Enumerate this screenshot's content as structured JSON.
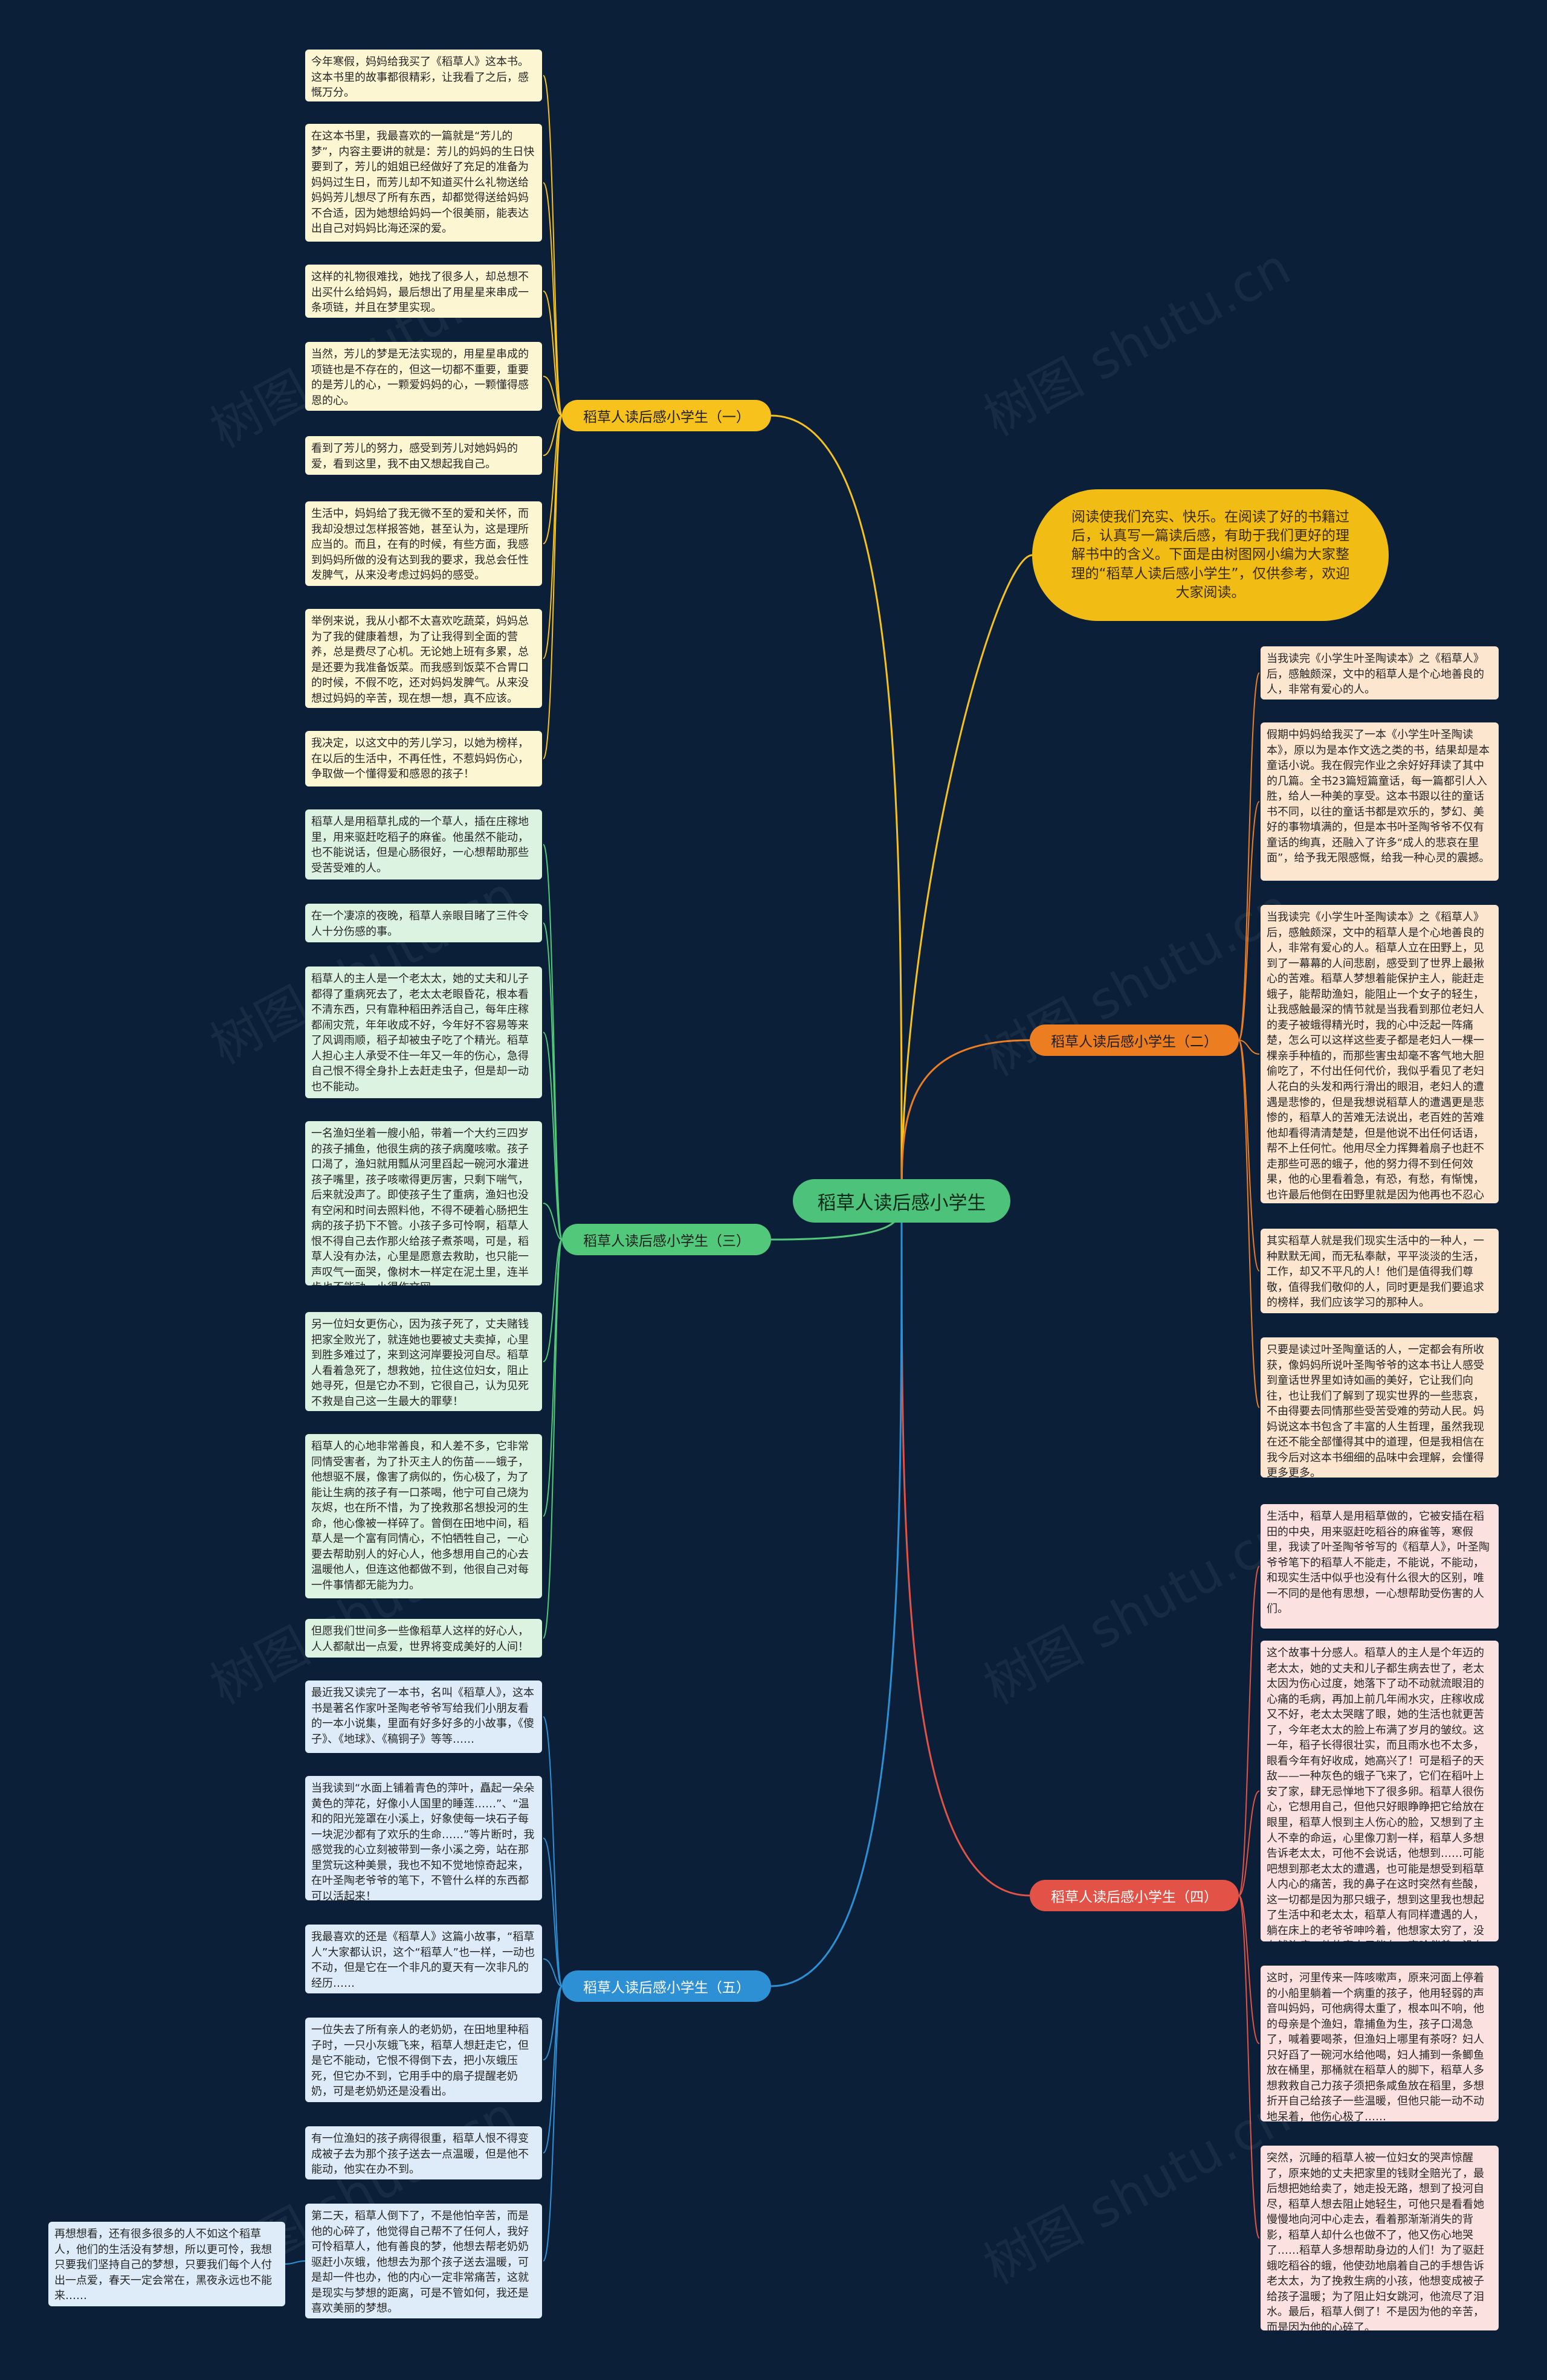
{
  "central": "稻草人读后感小学生",
  "intro": "阅读使我们充实、快乐。在阅读了好的书籍过后，认真写一篇读后感，有助于我们更好的理解书中的含义。下面是由树图网小编为大家整理的“稻草人读后感小学生”，仅供参考，欢迎大家阅读。",
  "watermark": "树图 shutu.cn",
  "colors": {
    "background": "#0b2038",
    "branch1": "#f7c21b",
    "branch2": "#ec7d21",
    "branch3": "#52c97a",
    "branch4": "#e35246",
    "branch5": "#2d8fd4"
  },
  "branches": [
    {
      "id": "b1",
      "title": "稻草人读后感小学生（一）",
      "nodes": [
        "今年寒假，妈妈给我买了《稻草人》这本书。这本书里的故事都很精彩，让我看了之后，感慨万分。",
        "在这本书里，我最喜欢的一篇就是“芳儿的梦”，内容主要讲的就是：芳儿的妈妈的生日快要到了，芳儿的姐姐已经做好了充足的准备为妈妈过生日，而芳儿却不知道买什么礼物送给妈妈芳儿想尽了所有东西，却都觉得送给妈妈不合适，因为她想给妈妈一个很美丽，能表达出自己对妈妈比海还深的爱。",
        "这样的礼物很难找，她找了很多人，却总想不出买什么给妈妈，最后想出了用星星来串成一条项链，并且在梦里实现。",
        "当然，芳儿的梦是无法实现的，用星星串成的项链也是不存在的，但这一切都不重要，重要的是芳儿的心，一颗爱妈妈的心，一颗懂得感恩的心。",
        "看到了芳儿的努力，感受到芳儿对她妈妈的爱，看到这里，我不由又想起我自己。",
        "生活中，妈妈给了我无微不至的爱和关怀，而我却没想过怎样报答她，甚至认为，这是理所应当的。而且，在有的时候，有些方面，我感到妈妈所做的没有达到我的要求，我总会任性发脾气，从来没考虑过妈妈的感受。",
        "举例来说，我从小都不太喜欢吃蔬菜，妈妈总为了我的健康着想，为了让我得到全面的营养，总是费尽了心机。无论她上班有多累，总是还要为我准备饭菜。而我感到饭菜不合胃口的时候，不假不吃，还对妈妈发脾气。从来没想过妈妈的辛苦，现在想一想，真不应该。",
        "我决定，以这文中的芳儿学习，以她为榜样，在以后的生活中，不再任性，不惹妈妈伤心，争取做一个懂得爱和感恩的孩子！"
      ]
    },
    {
      "id": "b2",
      "title": "稻草人读后感小学生（二）",
      "nodes": [
        "当我读完《小学生叶圣陶读本》之《稻草人》后，感触颇深，文中的稻草人是个心地善良的人，非常有爱心的人。",
        "假期中妈妈给我买了一本《小学生叶圣陶读本》，原以为是本作文选之类的书，结果却是本童话小说。我在假完作业之余好好拜读了其中的几篇。全书23篇短篇童话，每一篇都引人入胜，给人一种美的享受。这本书跟以往的童话书不同，以往的童话书都是欢乐的，梦幻、美好的事物填满的，但是本书叶圣陶爷爷不仅有童话的绚真，还融入了许多“成人的悲哀在里面”，给予我无限感慨，给我一种心灵的震撼。",
        "当我读完《小学生叶圣陶读本》之《稻草人》后，感触颇深，文中的稻草人是个心地善良的人，非常有爱心的人。稻草人立在田野上，见到了一幕幕的人间悲剧，感受到了世界上最揪心的苦难。稻草人梦想着能保护主人，能赶走蛾子，能帮助渔妇，能阻止一个女子的轻生，让我感触最深的情节就是当我看到那位老妇人的麦子被蛾得精光时，我的心中泛起一阵痛楚，怎么可以这样这些麦子都是老妇人一棵一棵亲手种植的，而那些害虫却毫不客气地大胆偷吃了，不付出任何代价，我似乎看见了老妇人花白的头发和两行滑出的眼泪，老妇人的遭遇是悲惨的，但是我想说稻草人的遭遇更是悲惨的，稻草人的苦难无法说出，老百姓的苦难他却看得清清楚楚，但是他说不出任何话语，帮不上任何忙。他用尽全力挥舞着扇子也赶不走那些可恶的蛾子，他的努力得不到任何效果，他的心里看着急，有恐，有愁，有惭愧，也许最后他倒在田野里就是因为他再也不忍心看到人们走受苦了。",
        "其实稻草人就是我们现实生活中的一种人，一种默默无闻，而无私奉献，平平淡淡的生活，工作，却又不平凡的人！他们是值得我们尊敬，值得我们敬仰的人，同时更是我们要追求的榜样，我们应该学习的那种人。",
        "只要是读过叶圣陶童话的人，一定都会有所收获，像妈妈所说叶圣陶爷爷的这本书让人感受到童话世界里如诗如画的美好，它让我们向往，也让我们了解到了现实世界的一些悲哀，不由得要去同情那些受苦受难的劳动人民。妈妈说这本书包含了丰富的人生哲理，虽然我现在还不能全部懂得其中的道理，但是我相信在我今后对这本书细细的品味中会理解，会懂得更多更多。"
      ]
    },
    {
      "id": "b3",
      "title": "稻草人读后感小学生（三）",
      "nodes": [
        "稻草人是用稻草扎成的一个草人，插在庄稼地里，用来驱赶吃稻子的麻雀。他虽然不能动，也不能说话，但是心肠很好，一心想帮助那些受苦受难的人。",
        "在一个凄凉的夜晚，稻草人亲眼目睹了三件令人十分伤感的事。",
        "稻草人的主人是一个老太太，她的丈夫和儿子都得了重病死去了，老太太老眼昏花，根本看不清东西，只有靠种稻田养活自己，每年庄稼都闹灾荒，年年收成不好，今年好不容易等来了风调雨顺，稻子却被虫子吃了个精光。稻草人担心主人承受不住一年又一年的伤心，急得自己恨不得全身扑上去赶走虫子，但是却一动也不能动。",
        "一名渔妇坐着一艘小船，带着一个大约三四岁的孩子捕鱼，他很生病的孩子病魔咳嗽。孩子口渴了，渔妇就用瓢从河里舀起一碗河水灌进孩子嘴里，孩子咳嗽得更厉害，只剩下喘气，后来就没声了。即使孩子生了重病，渔妇也没有空闲和时间去照料他，不得不硬着心肠把生病的孩子扔下不管。小孩子多可怜啊，稻草人恨不得自己去作那火给孩子煮茶喝，可是，稻草人没有办法，心里是愿意去救助，也只能一声叹气一面哭，像树木一样定在泥土里，连半步也不能动，小得作文网",
        "另一位妇女更伤心，因为孩子死了，丈夫赌钱把家全败光了，就连她也要被丈夫卖掉，心里到胜多难过了，来到这河岸要投河自尽。稻草人看着急死了，想救她，拉住这位妇女，阻止她寻死，但是它办不到，它很自己，认为见死不救是自己这一生最大的罪孽！",
        "稻草人的心地非常善良，和人差不多，它非常同情受害者，为了扑灭主人的伤苗——蛾子，他想驱不展，像害了病似的，伤心极了，为了能让生病的孩子有一口茶喝，他宁可自己烧为灰烬，也在所不惜，为了挽救那名想投河的生命，他心像被一样碎了。曾倒在田地中间，稻草人是一个富有同情心，不怕牺牲自己，一心要去帮助别人的好心人，他多想用自己的心去温暖他人，但连这他都做不到，他很自己对每一件事情都无能为力。",
        "但愿我们世间多一些像稻草人这样的好心人，人人都献出一点爱，世界将变成美好的人间！"
      ]
    },
    {
      "id": "b4",
      "title": "稻草人读后感小学生（四）",
      "nodes": [
        "生活中，稻草人是用稻草做的，它被安插在稻田的中央，用来驱赶吃稻谷的麻雀等，寒假里，我读了叶圣陶爷爷写的《稻草人》，叶圣陶爷爷笔下的稻草人不能走，不能说，不能动，和现实生活中似乎也没有什么很大的区别，唯一不同的是他有思想，一心想帮助受伤害的人们。",
        "这个故事十分感人。稻草人的主人是个年迈的老太太，她的丈夫和儿子都生病去世了，老太太因为伤心过度，她落下了动不动就流眼泪的心痛的毛病，再加上前几年闹水灾，庄稼收成又不好，老太太哭瞎了眼，她的生活也就更苦了，今年老太太的脸上布满了岁月的皱纹。这一年，稻子长得很壮实，而且雨水也不太多，眼看今年有好收成，她高兴了！可是稻子的天敌——一种灰色的蛾子飞来了，它们在稻叶上安了家，肆无忌惮地下了很多卵。稻草人很伤心，它想用自己，但他只好眼睁睁把它给放在眼里，稻草人恨到主人伤心的脸，又想到了主人不幸的命运，心里像刀割一样，稻草人多想告诉老太太，可他不会说话，他想到……可能吧想到那老太太的遭遇，也可能是想受到稻草人内心的痛苦，我的鼻子在这时突然有些酸，这一切都是因为那只蛾子，想到这里我也想起了生活中和老太太，稻草人有同样遭遇的人，躺在床上的老爷爷呻吟着，他想家太穷了，没有钱治病，他的家人只能在一旁哈伴着，没有任何的办法……",
        "这时，河里传来一阵咳嗽声，原来河面上停着的小船里躺着一个病重的孩子，他用轻弱的声音叫妈妈，可他病得太重了，根本叫不响，他的母亲是个渔妇，靠捕鱼为生，孩子口渴急了，喊着要喝茶，但渔妇上哪里有茶呀？妇人只好舀了一碗河水给他喝，妇人捕到一条鲫鱼放在桶里，那桶就在稻草人的脚下，稻草人多想救救自己力孩子须把条咸鱼放在稻里，多想折开自己给孩子一些温暖，但他只能一动不动地呆着，他伤心极了……",
        "突然，沉睡的稻草人被一位妇女的哭声惊醒了，原来她的丈夫把家里的钱财全赔光了，最后想把她给卖了，她走投无路，想到了投河自尽，稻草人想去阻止她轻生，可他只是看看她慢慢地向河中心走去，看着那渐渐消失的背影，稻草人却什么也做不了，他又伤心地哭了……稻草人多想帮助身边的人们！为了驱赶蛾吃稻谷的蛾，他使劲地扇着自己的手想告诉老太太，为了挽救生病的小孩，他想变成被子给孩子温暖；为了阻止妇女跳河，他流尽了泪水。最后，稻草人倒了！不是因为他的辛苦，而是因为他的心碎了。"
      ]
    },
    {
      "id": "b5",
      "title": "稻草人读后感小学生（五）",
      "nodes": [
        "最近我又读完了一本书，名叫《稻草人》，这本书是著名作家叶圣陶老爷爷写给我们小朋友看的一本小说集，里面有好多好多的小故事，《傻子》、《地球》、《稿铜子》等等……",
        "当我读到“水面上铺着青色的萍叶，矗起一朵朵黄色的萍花，好像小人国里的睡莲……”、“温和的阳光笼罩在小溪上，好象使每一块石子每一块泥沙都有了欢乐的生命……”等片断时，我感觉我的心立刻被带到一条小溪之旁，站在那里赏玩这种美景，我也不知不觉地惊奇起来，在叶圣陶老爷爷的笔下，不管什么样的东西都可以活起来！",
        "我最喜欢的还是《稻草人》这篇小故事，“稻草人”大家都认识，这个“稻草人”也一样，一动也不动，但是它在一个非凡的夏天有一次非凡的经历……",
        "一位失去了所有亲人的老奶奶，在田地里种稻子时，一只小灰蛾飞来，稻草人想赶走它，但是它不能动，它恨不得倒下去，把小灰蛾压死，但它办不到，它用手中的扇子提醒老奶奶，可是老奶奶还是没看出。",
        "有一位渔妇的孩子病得很重，稻草人恨不得变成被子去为那个孩子送去一点温暖，但是他不能动，他实在办不到。",
        "第二天，稻草人倒下了，不是他怕辛苦，而是他的心碎了，他觉得自己帮不了任何人，我好可怜稻草人，他有善良的梦，他想去帮老奶奶驱赶小灰蛾，他想去为那个孩子送去温暖，可是却一件也办，他的内心一定非常痛苦，这就是现实与梦想的距离，可是不管如何，我还是喜欢美丽的梦想。",
        "再想想看，还有很多很多的人不如这个稻草人，他们的生活没有梦想，所以更可怜，我想只要我们坚持自己的梦想，只要我们每个人付出一点爱，春天一定会常在，黑夜永远也不能来……"
      ]
    }
  ]
}
